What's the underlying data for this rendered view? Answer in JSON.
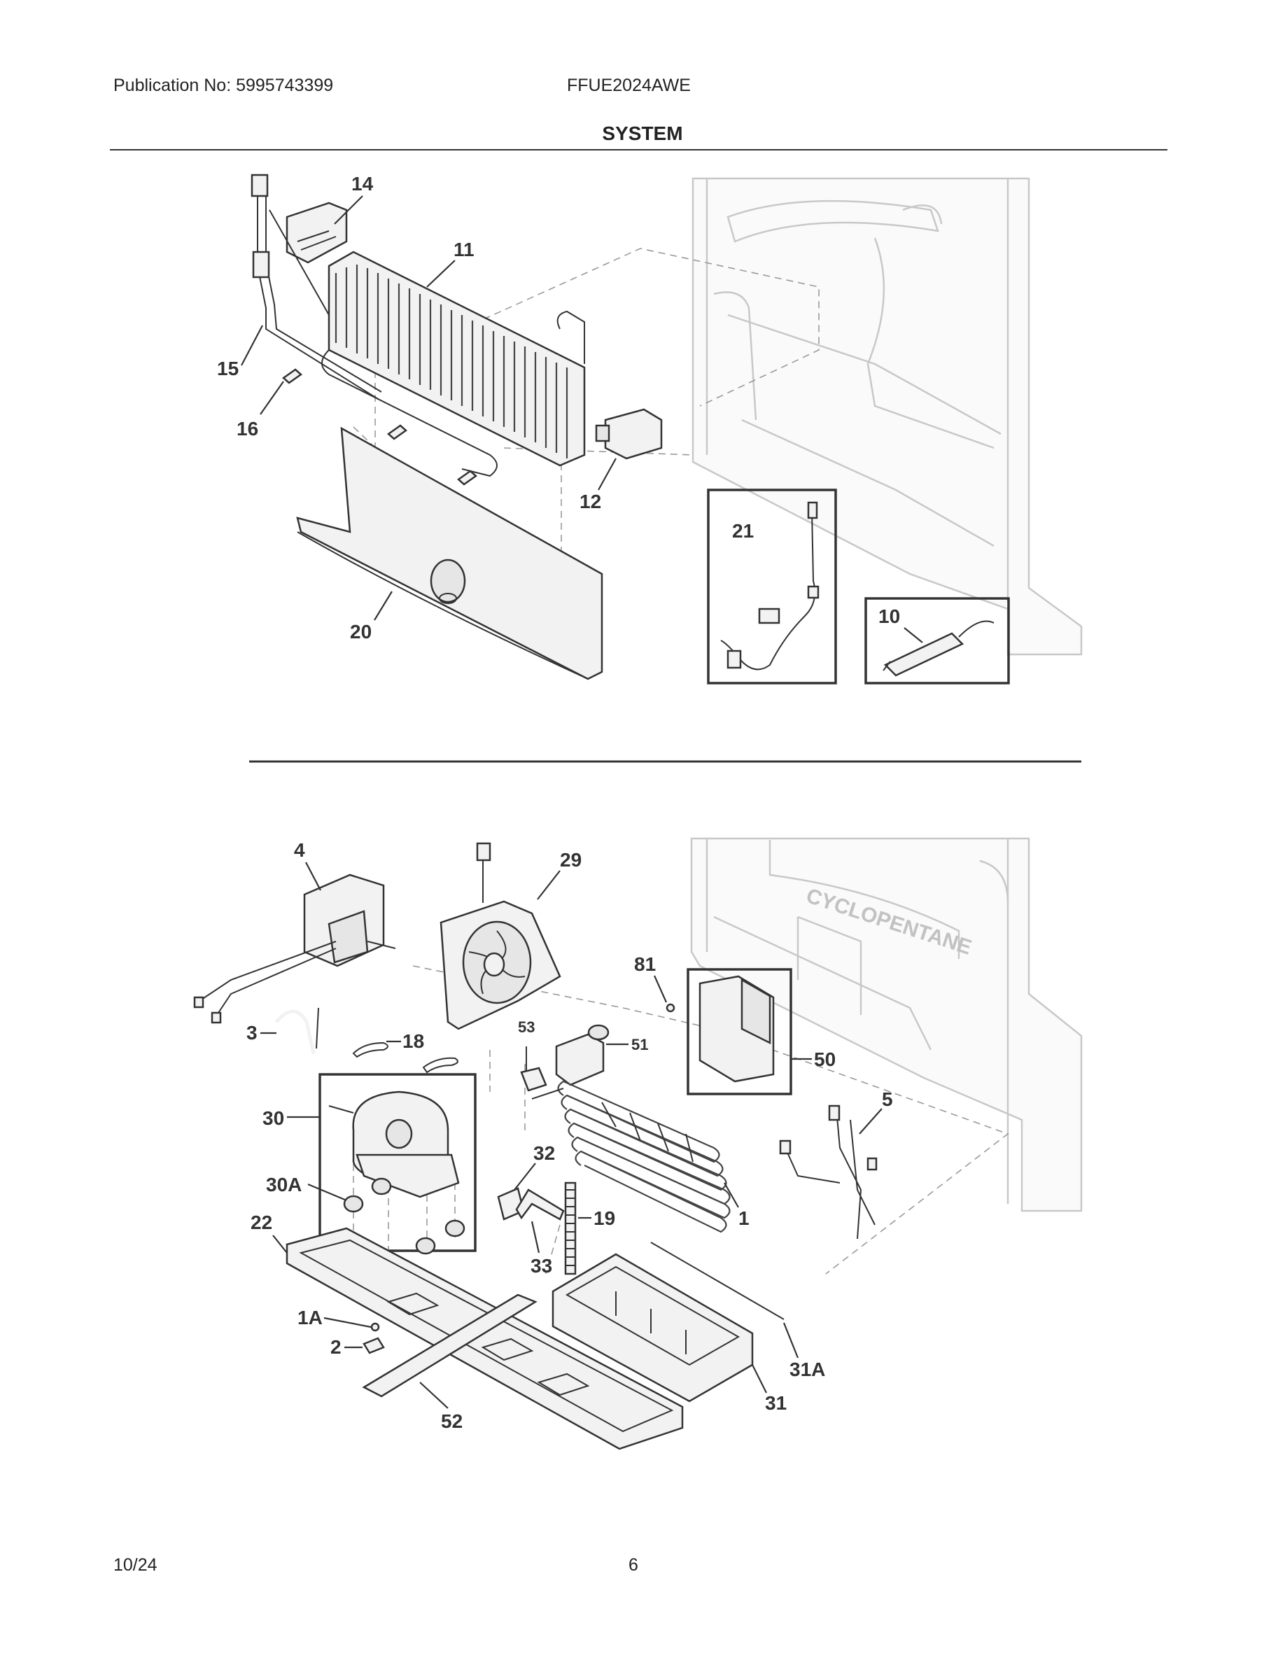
{
  "header": {
    "publication": "Publication No: 5995743399",
    "model": "FFUE2024AWE",
    "section_title": "SYSTEM"
  },
  "footer": {
    "date": "10/24",
    "page": "6"
  },
  "diagram": {
    "part_labels": [
      "14",
      "11",
      "15",
      "16",
      "12",
      "20",
      "21",
      "10",
      "4",
      "29",
      "81",
      "3",
      "18",
      "53",
      "51",
      "50",
      "30",
      "5",
      "32",
      "30A",
      "22",
      "19",
      "1",
      "33",
      "1A",
      "2",
      "31A",
      "31",
      "52"
    ],
    "cabinet_text": "CYCLOPENTANE"
  }
}
